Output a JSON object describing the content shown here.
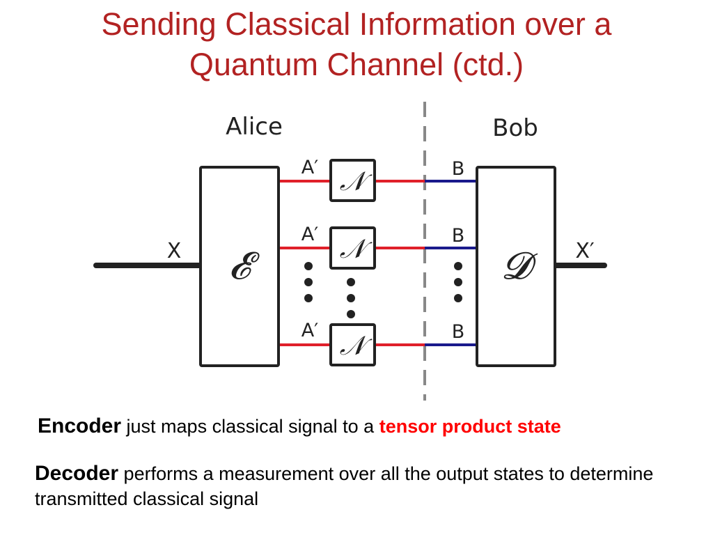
{
  "title": {
    "line1": "Sending Classical Information over a",
    "line2": "Quantum Channel (ctd.)"
  },
  "diagram": {
    "alice_label": "Alice",
    "bob_label": "Bob",
    "input_label": "X",
    "output_label": "X′",
    "encoder_symbol": "𝓔",
    "decoder_symbol": "𝓓",
    "channel_symbol": "𝒩",
    "channel_input_label": "A′",
    "channel_output_label": "B",
    "colors": {
      "alice_wire": "#e0202a",
      "bob_wire": "#1a1a8c",
      "divider": "#888888"
    }
  },
  "captions": {
    "encoder_bold": "Encoder",
    "encoder_text": " just maps classical signal to a ",
    "encoder_highlight": "tensor product state",
    "decoder_bold": "Decoder",
    "decoder_text": " performs a measurement over all the output states to determine transmitted classical signal"
  }
}
